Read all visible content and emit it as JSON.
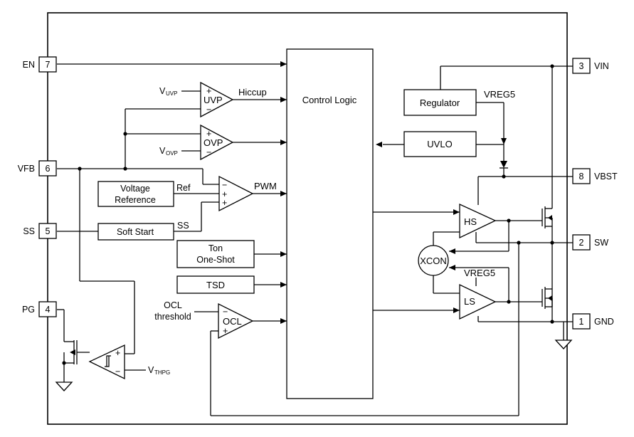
{
  "pins": {
    "en": {
      "name": "EN",
      "num": "7"
    },
    "vfb": {
      "name": "VFB",
      "num": "6"
    },
    "ss": {
      "name": "SS",
      "num": "5"
    },
    "pg": {
      "name": "PG",
      "num": "4"
    },
    "vin": {
      "name": "VIN",
      "num": "3"
    },
    "vbst": {
      "name": "VBST",
      "num": "8"
    },
    "sw": {
      "name": "SW",
      "num": "2"
    },
    "gnd": {
      "name": "GND",
      "num": "1"
    }
  },
  "blocks": {
    "control_logic": "Control Logic",
    "regulator": "Regulator",
    "uvlo": "UVLO",
    "voltage_reference_line1": "Voltage",
    "voltage_reference_line2": "Reference",
    "soft_start": "Soft Start",
    "ton_line1": "Ton",
    "ton_line2": "One-Shot",
    "tsd": "TSD"
  },
  "comparators": {
    "uvp": "UVP",
    "ovp": "OVP",
    "ocl": "OCL",
    "hs": "HS",
    "ls": "LS",
    "xcon": "XCON"
  },
  "signals": {
    "hiccup": "Hiccup",
    "pwm": "PWM",
    "ref": "Ref",
    "ss": "SS",
    "vreg5_top": "VREG5",
    "vreg5_bottom": "VREG5",
    "ocl_threshold_line1": "OCL",
    "ocl_threshold_line2": "threshold",
    "v_main": "V",
    "uvp_sub": "UVP",
    "ovp_sub": "OVP",
    "thpg_sub": "THPG"
  },
  "signs": {
    "plus": "+",
    "minus": "−"
  }
}
